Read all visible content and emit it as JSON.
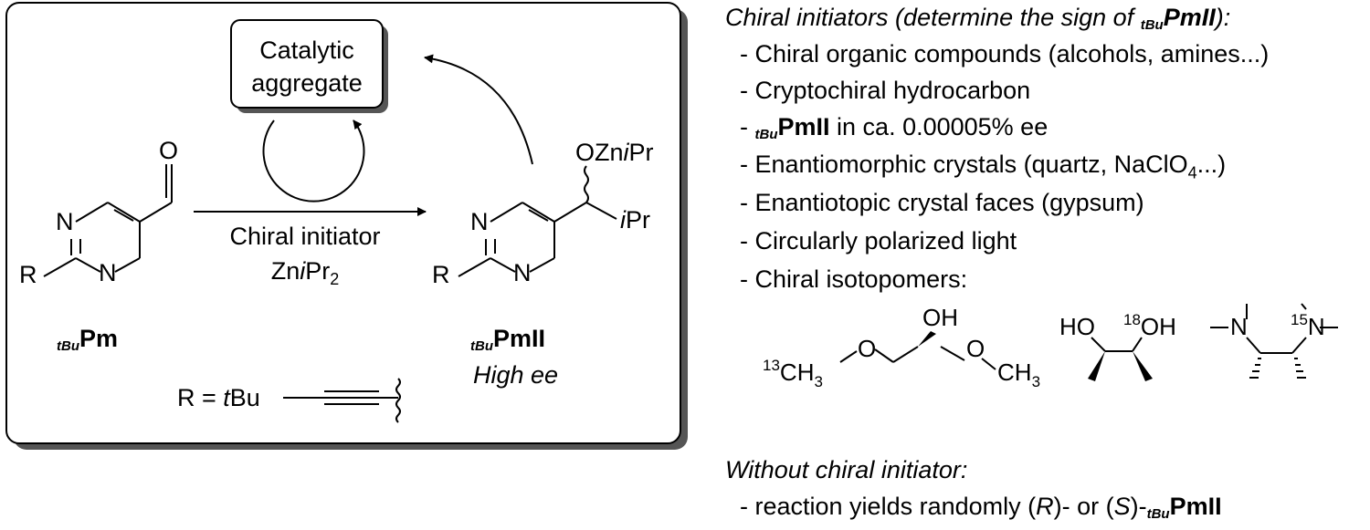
{
  "scheme": {
    "box_line1": "Catalytic",
    "box_line2": "aggregate",
    "arrow_top": "Chiral initiator",
    "arrow_bottom_a": "Zn",
    "arrow_bottom_b": "i",
    "arrow_bottom_c": "Pr",
    "arrow_bottom_d": "2",
    "reactant_prefix": "tBu",
    "reactant_name": "Pm",
    "product_prefix": "tBu",
    "product_name": "PmII",
    "product_note": "High ee",
    "atom_O": "O",
    "atom_N": "N",
    "atom_R": "R",
    "product_OZn_a": "OZn",
    "product_OZn_b": "i",
    "product_OZn_c": "Pr",
    "product_iPr_a": "i",
    "product_iPr_b": "Pr",
    "r_def_a": "R = ",
    "r_def_b": "t",
    "r_def_c": "Bu"
  },
  "initiators": {
    "heading_a": "Chiral initiators (determine the sign of ",
    "heading_b": "tBu",
    "heading_c": "PmII",
    "heading_d": "):",
    "item1": "- Chiral organic compounds (alcohols, amines...)",
    "item2": "- Cryptochiral hydrocarbon",
    "item3_dash": "- ",
    "item3_prefix": "tBu",
    "item3_name": "PmII",
    "item3_rest": " in ca. 0.00005% ee",
    "item4_a": "- Enantiomorphic crystals (quartz, NaClO",
    "item4_sub": "4",
    "item4_b": "...)",
    "item5": "- Enantiotopic crystal faces (gypsum)",
    "item6": "- Circularly polarized light",
    "item7": "- Chiral isotopomers:",
    "iso1_left_sup": "13",
    "iso1_left": "CH",
    "iso1_left_sub": "3",
    "iso1_OH": "OH",
    "iso1_O": "O",
    "iso1_right": "CH",
    "iso1_right_sub": "3",
    "iso2_HO": "HO",
    "iso2_sup": "18",
    "iso2_OH": "OH",
    "iso3_N": "N",
    "iso3_sup": "15",
    "iso3_N2": "N"
  },
  "without": {
    "heading": "Without chiral initiator:",
    "item_a": "- reaction yields randomly (",
    "item_R": "R",
    "item_b": ")- or (",
    "item_S": "S",
    "item_c": ")-",
    "item_prefix": "tBu",
    "item_name": "PmII"
  }
}
